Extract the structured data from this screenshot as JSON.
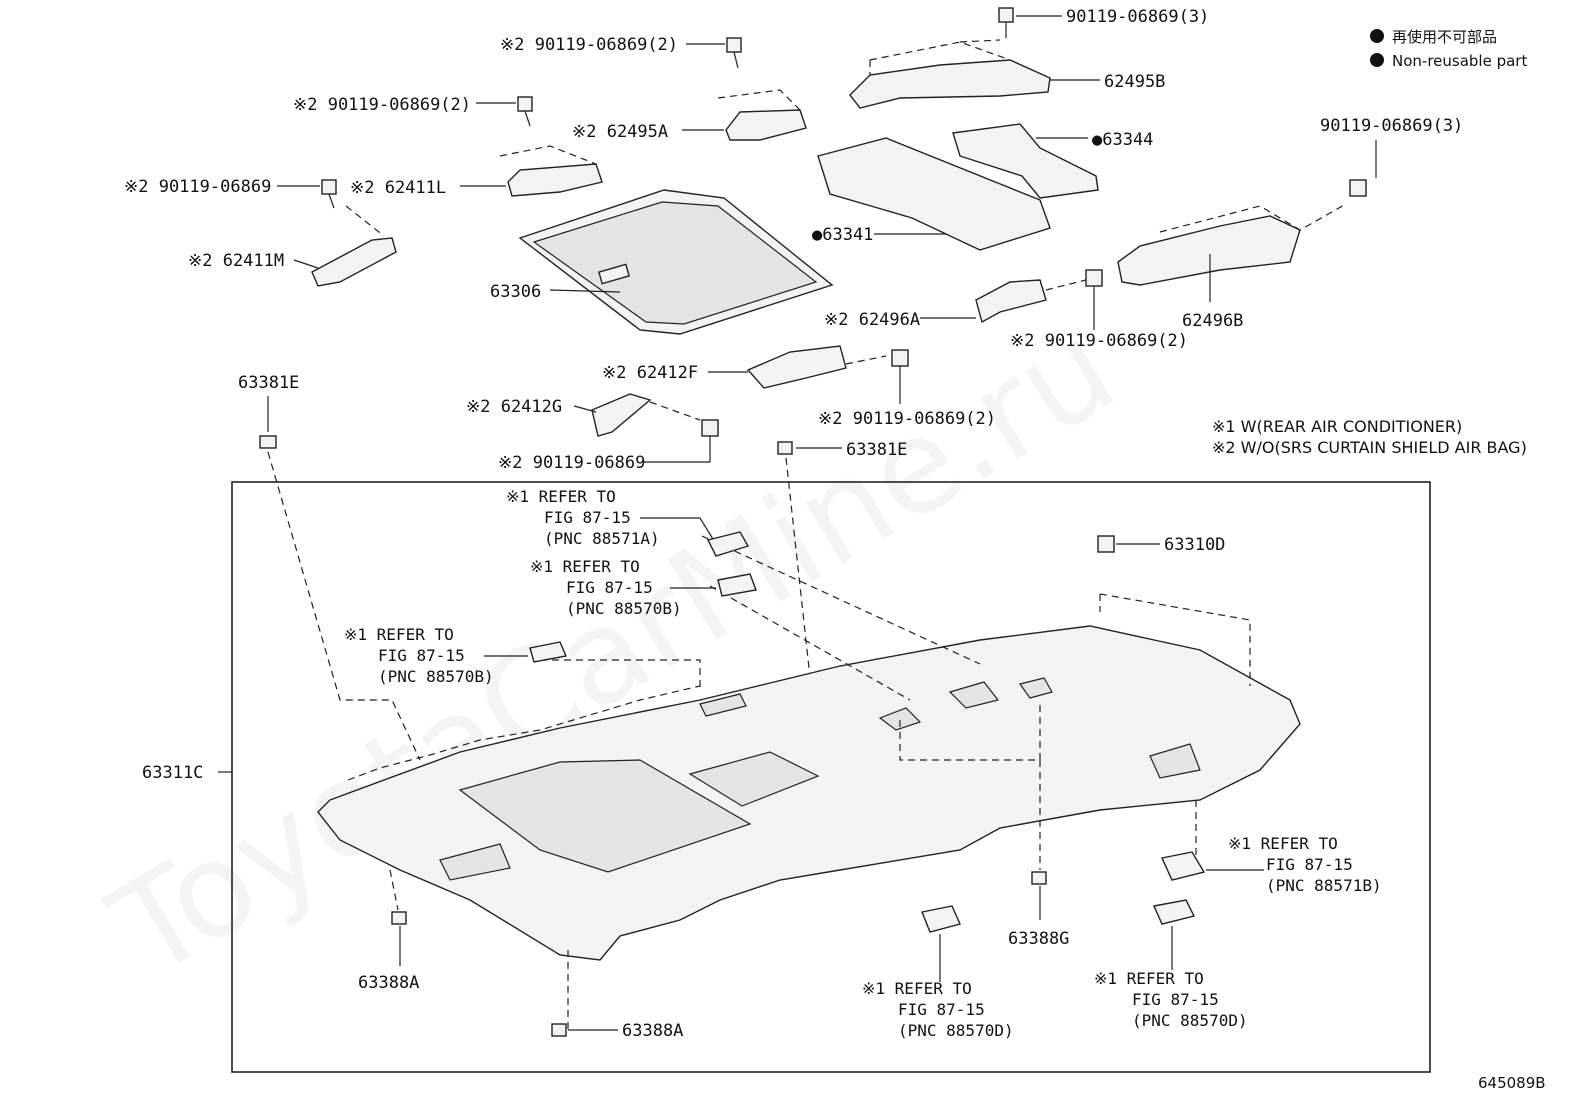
{
  "legend": {
    "jp_label": "再使用不可部品",
    "en_label": "Non-reusable part"
  },
  "notes": {
    "note1": "※1 W(REAR AIR CONDITIONER)",
    "note2": "※2 W/O(SRS CURTAIN SHIELD AIR BAG)"
  },
  "watermark": "ToyotaCarMine.ru",
  "diagram_code": "645089B",
  "labels": {
    "bolt_top_right": "90119-06869(3)",
    "bolt_a": "※2 90119-06869(2)",
    "bolt_b": "※2 90119-06869(2)",
    "bolt_c": "※2 90119-06869",
    "p62495B": "62495B",
    "p62495A": "※2 62495A",
    "p62411L": "※2 62411L",
    "p62411M": "※2 62411M",
    "p63344": "●63344",
    "p63341": "●63341",
    "p63306": "63306",
    "bolt_right": "90119-06869(3)",
    "p62496A": "※2 62496A",
    "bolt_62496": "※2 90119-06869(2)",
    "p62496B": "62496B",
    "p63381E_left": "63381E",
    "p62412F": "※2 62412F",
    "p62412G": "※2 62412G",
    "bolt_62412F": "※2 90119-06869(2)",
    "bolt_62412G": "※2 90119-06869",
    "p63381E_mid": "63381E",
    "p63310D": "63310D",
    "p63311C": "63311C",
    "p63388A_left": "63388A",
    "p63388A_bottom": "63388A",
    "p63388G": "63388G"
  },
  "refs": {
    "r1": [
      "※1 REFER TO",
      "FIG 87-15",
      "(PNC 88571A)"
    ],
    "r2": [
      "※1 REFER TO",
      "FIG 87-15",
      "(PNC 88570B)"
    ],
    "r3": [
      "※1 REFER TO",
      "FIG 87-15",
      "(PNC 88570B)"
    ],
    "r4": [
      "※1 REFER TO",
      "FIG 87-15",
      "(PNC 88571B)"
    ],
    "r5": [
      "※1 REFER TO",
      "FIG 87-15",
      "(PNC 88570D)"
    ],
    "r6": [
      "※1 REFER TO",
      "FIG 87-15",
      "(PNC 88570D)"
    ]
  }
}
